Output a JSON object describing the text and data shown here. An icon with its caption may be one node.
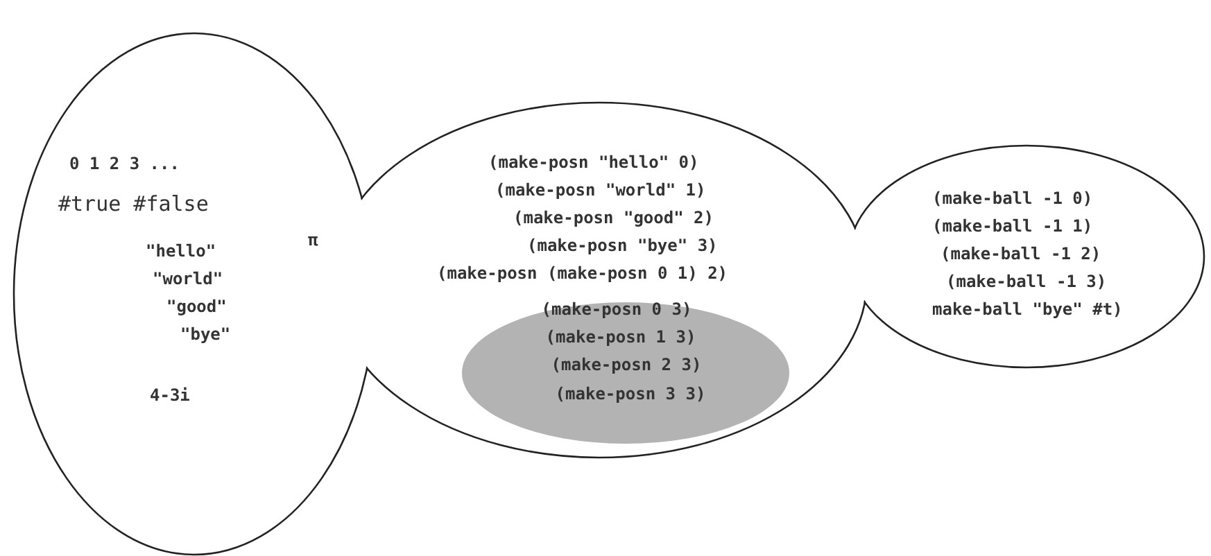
{
  "diagram": {
    "nodes": [
      {
        "text": [
          "0 1 2 3 ...",
          "#true #false",
          "\"hello\"",
          "\"world\"",
          "\"good\"",
          "\"bye\"",
          "π",
          "4-3i"
        ]
      },
      {
        "text": [
          "(make-posn \"hello\" 0)",
          "(make-posn \"world\" 1)",
          "(make-posn \"good\" 2)",
          "(make-posn \"bye\" 3)",
          "(make-posn (make-posn 0 1) 2)"
        ]
      },
      {
        "text": [
          "(make-posn 0 3)",
          "(make-posn 1 3)",
          "(make-posn 2 3)",
          "(make-posn 3 3)"
        ],
        "in": 1
      },
      {
        "text": [
          "(make-ball -1 0)",
          "(make-ball -1 1)",
          "(make-ball -1 2)",
          "(make-ball -1 3)",
          "make-ball \"bye\" #t)"
        ]
      }
    ]
  }
}
